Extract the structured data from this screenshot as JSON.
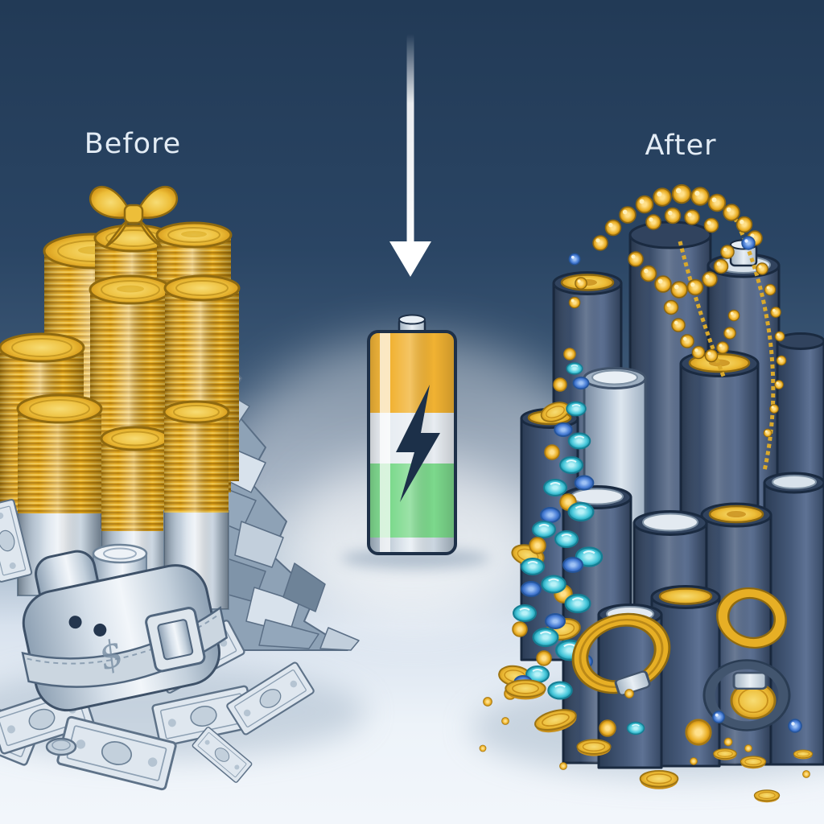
{
  "scene": {
    "description": "Illustrated before-and-after comparison: piles of gold coins, cash and a money pouch (Before) transform — via a charged battery symbol under a downward arrow — into piles of batteries draped with gold bead necklaces, coins, gems and rings (After)",
    "before_label": "Before",
    "after_label": "After",
    "wallet_symbol": "$"
  },
  "colors": {
    "background_top": "#223A56",
    "background_bottom": "#F2F6FB",
    "label_text": "#E3ECF5",
    "arrow_white": "#FFFFFF",
    "gold": "#E9B42D",
    "battery_top_segment": "#F1B232",
    "battery_middle_segment": "#E8EDF2",
    "battery_bottom_segment": "#7CD98C",
    "lightning_bolt": "#1C3049",
    "battery_body_slate": "#46597A",
    "silver": "#D9E2EA",
    "gem_teal": "#45C8DC",
    "gem_blue": "#3F7BD8"
  },
  "objects": {
    "left_pile": [
      "gold coin stacks",
      "gift bow",
      "silver coin rolls",
      "crumpled banknote pile",
      "money pouch with belt buckle",
      "scattered banknotes",
      "silver coin"
    ],
    "center": [
      "downward arrow",
      "charged battery with lightning bolt"
    ],
    "right_pile": [
      "battery stacks",
      "gold bead necklaces",
      "gold coins",
      "teal and blue gems",
      "gold rings",
      "gold nuggets"
    ]
  }
}
